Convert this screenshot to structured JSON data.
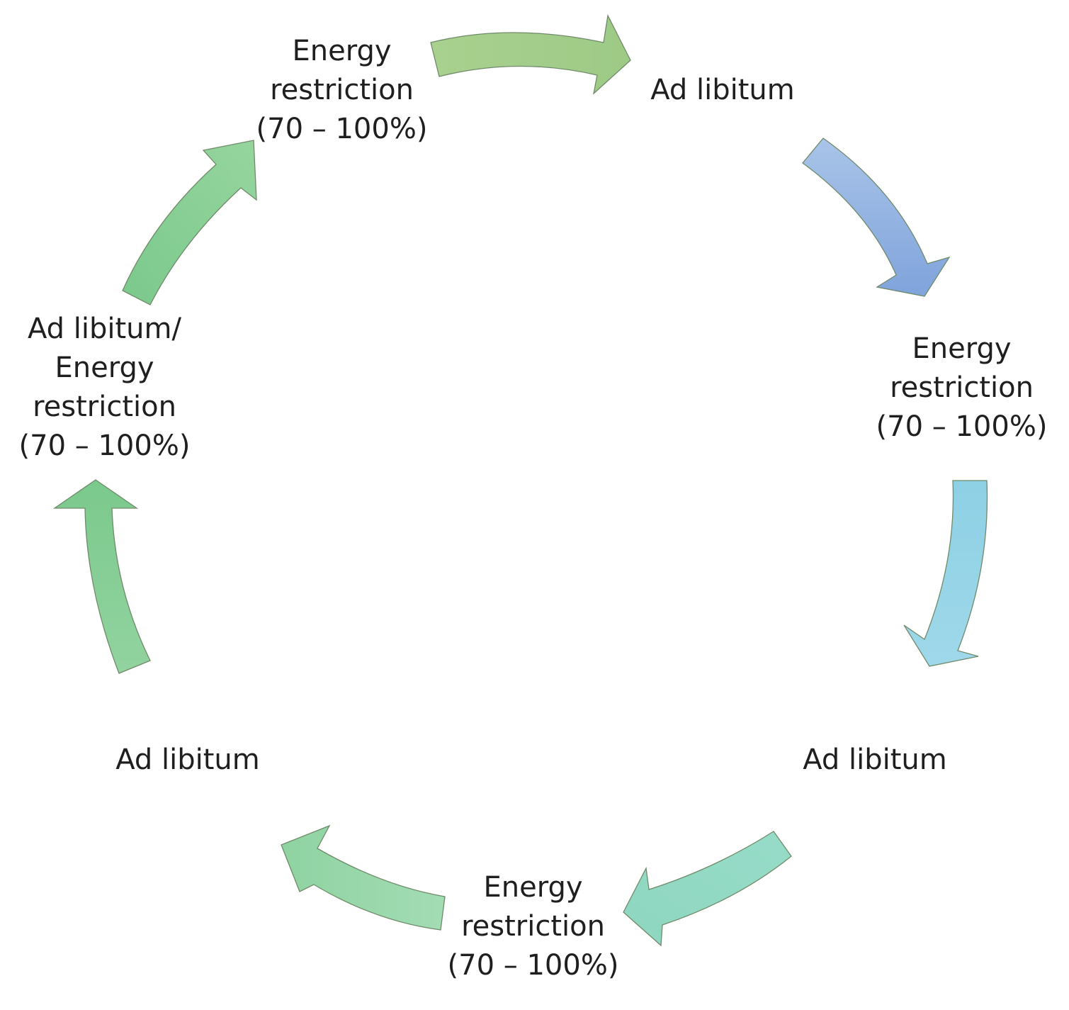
{
  "nodes": [
    {
      "id": "top",
      "lines": [
        "Energy",
        "restriction",
        "(70 – 100%)"
      ]
    },
    {
      "id": "top-right",
      "lines": [
        "Ad libitum"
      ]
    },
    {
      "id": "right",
      "lines": [
        "Energy",
        "restriction",
        "(70 – 100%)"
      ]
    },
    {
      "id": "bottom-right",
      "lines": [
        "Ad libitum"
      ]
    },
    {
      "id": "bottom",
      "lines": [
        "Energy",
        "restriction",
        "(70 – 100%)"
      ]
    },
    {
      "id": "bottom-left",
      "lines": [
        "Ad libitum"
      ]
    },
    {
      "id": "left",
      "lines": [
        "Ad libitum/",
        "Energy",
        "restriction",
        "(70 – 100%)"
      ]
    }
  ],
  "arrow_colors": {
    "top_to_top_right": [
      "#a9d08e",
      "#9dca86"
    ],
    "top_right_to_right": [
      "#a9c4e8",
      "#7fa3dc"
    ],
    "right_to_bottom_right": [
      "#8ed0e4",
      "#9fd8ea"
    ],
    "bottom_right_to_bottom": [
      "#96dcc8",
      "#8fd6c0"
    ],
    "bottom_to_bottom_left": [
      "#a3dcb3",
      "#8fd3a2"
    ],
    "bottom_left_to_left": [
      "#92d3a0",
      "#7bc98c"
    ],
    "left_to_top": [
      "#7bc98c",
      "#96d59e"
    ]
  }
}
